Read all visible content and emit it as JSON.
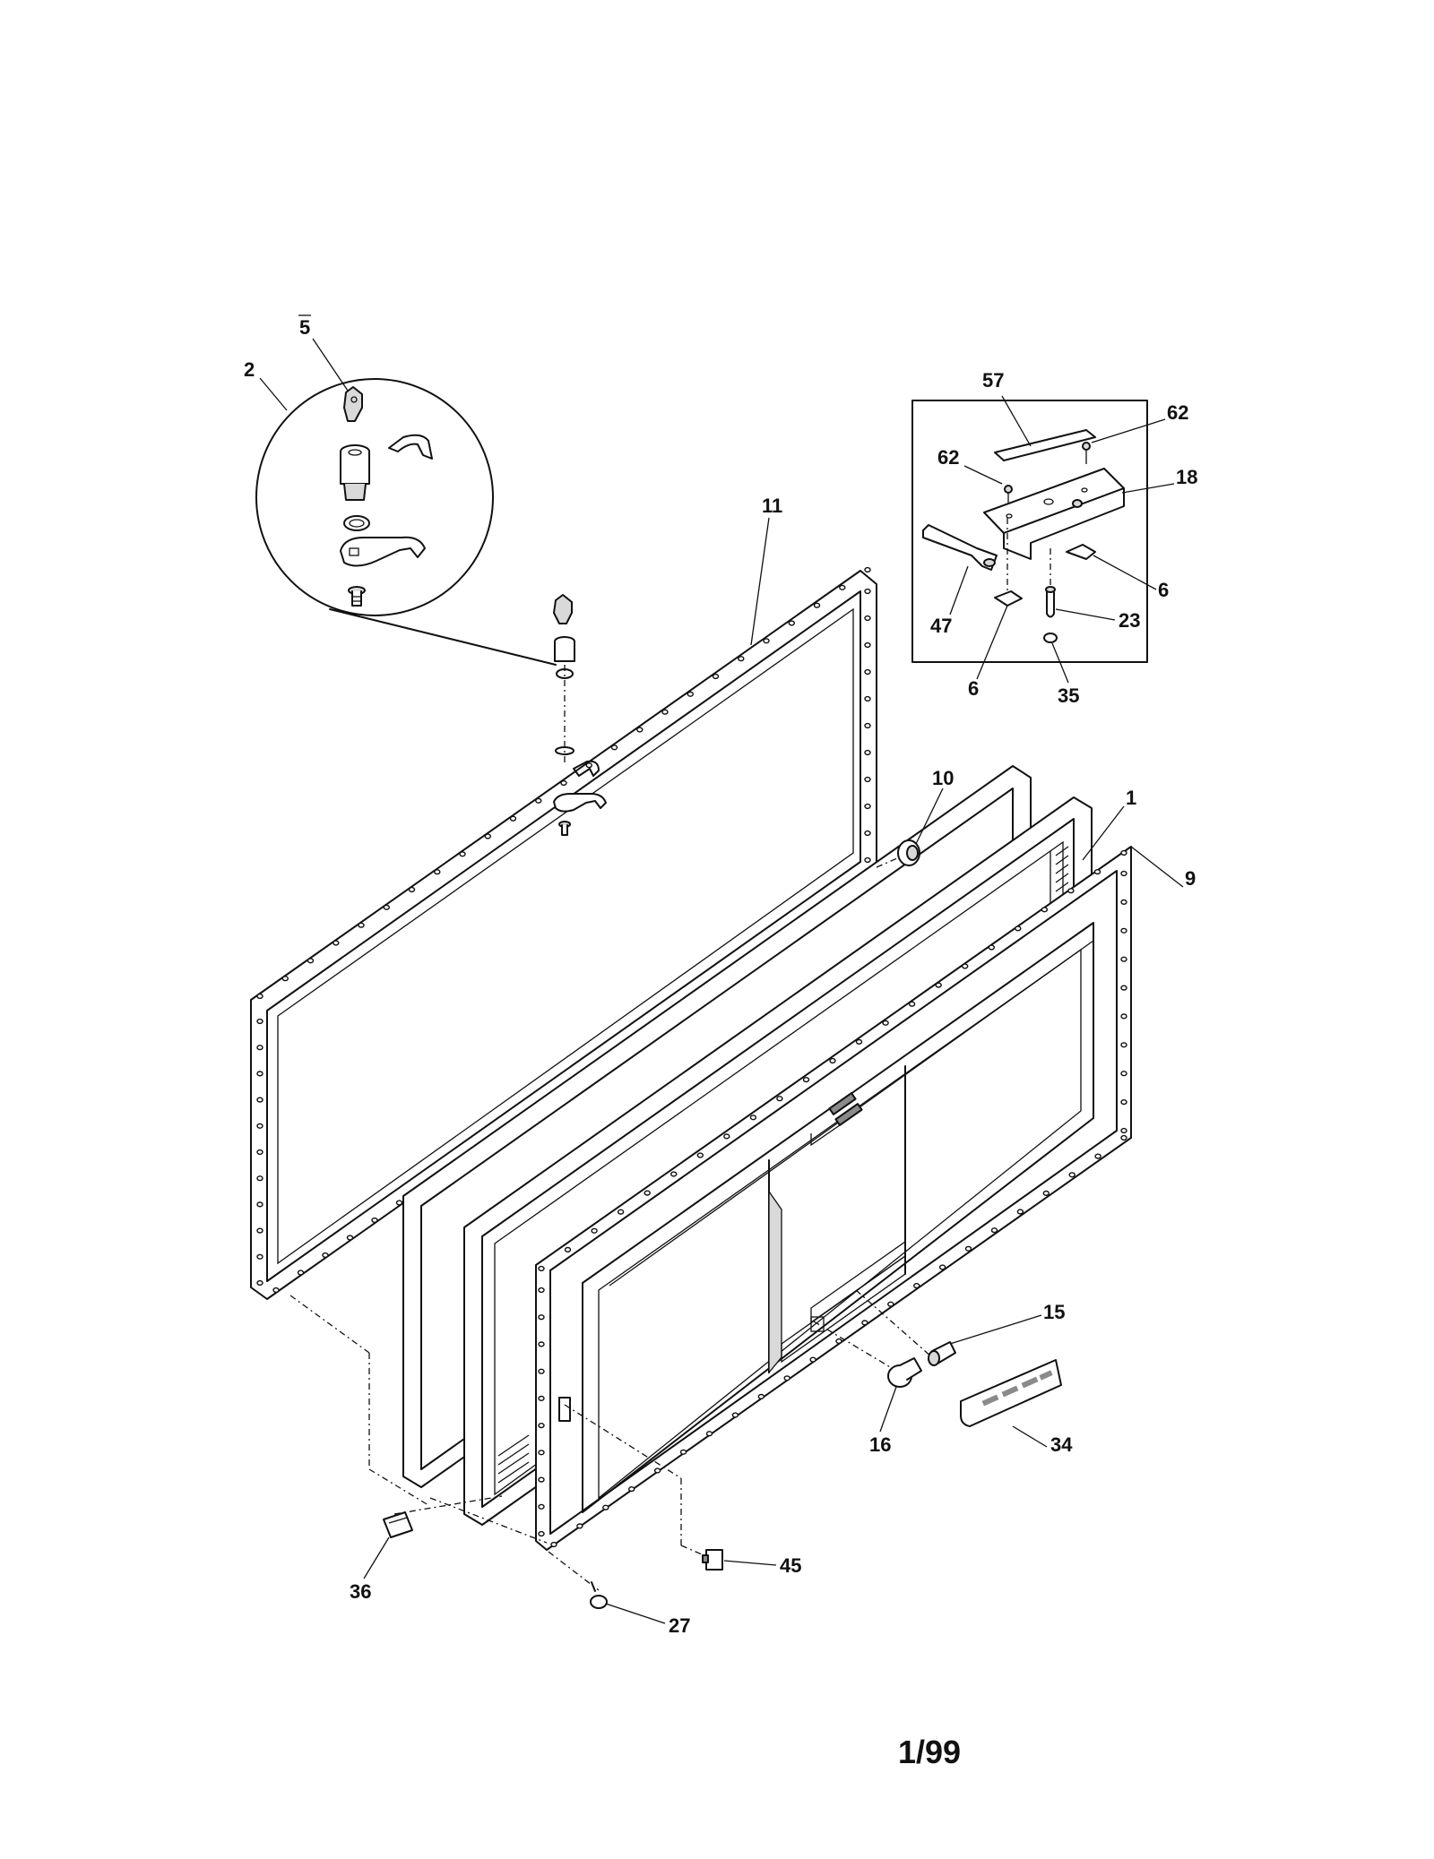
{
  "callouts": {
    "c5": "5",
    "c2": "2",
    "c11": "11",
    "c57": "57",
    "c62a": "62",
    "c62b": "62",
    "c18": "18",
    "c6a": "6",
    "c47": "47",
    "c23": "23",
    "c6b": "6",
    "c35": "35",
    "c10": "10",
    "c1": "1",
    "c9": "9",
    "c15": "15",
    "c34": "34",
    "c16": "16",
    "c45": "45",
    "c36": "36",
    "c27": "27"
  },
  "footer": {
    "page_code": "1/99"
  }
}
